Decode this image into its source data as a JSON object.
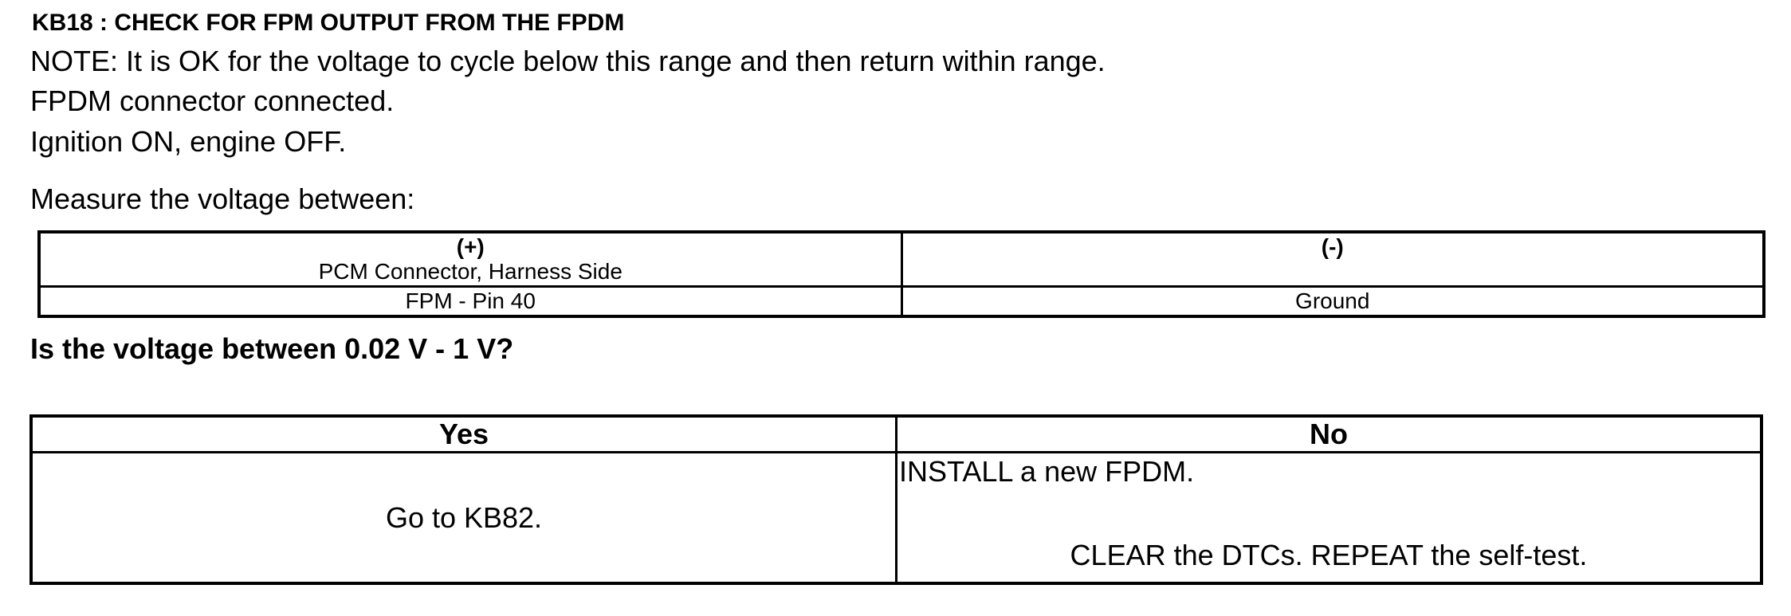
{
  "doc": {
    "title": "KB18 : CHECK FOR FPM OUTPUT FROM THE FPDM",
    "note": "NOTE: It is OK for the voltage to cycle below this range and then return within range.",
    "instructions": [
      "FPDM connector connected.",
      "Ignition ON, engine OFF."
    ],
    "measure_label": "Measure the voltage between:",
    "question": "Is the voltage between 0.02 V - 1 V?"
  },
  "measurement_table": {
    "positive": {
      "symbol": "(+)",
      "location": "PCM Connector, Harness Side",
      "point": "FPM - Pin 40"
    },
    "negative": {
      "symbol": "(-)",
      "point": "Ground"
    }
  },
  "decision_table": {
    "yes": {
      "header": "Yes",
      "action": "Go to KB82."
    },
    "no": {
      "header": "No",
      "actions": [
        "INSTALL a new FPDM.",
        "CLEAR the DTCs. REPEAT the self-test."
      ]
    }
  },
  "colors": {
    "text": "#000000",
    "border": "#000000",
    "background": "#ffffff"
  }
}
